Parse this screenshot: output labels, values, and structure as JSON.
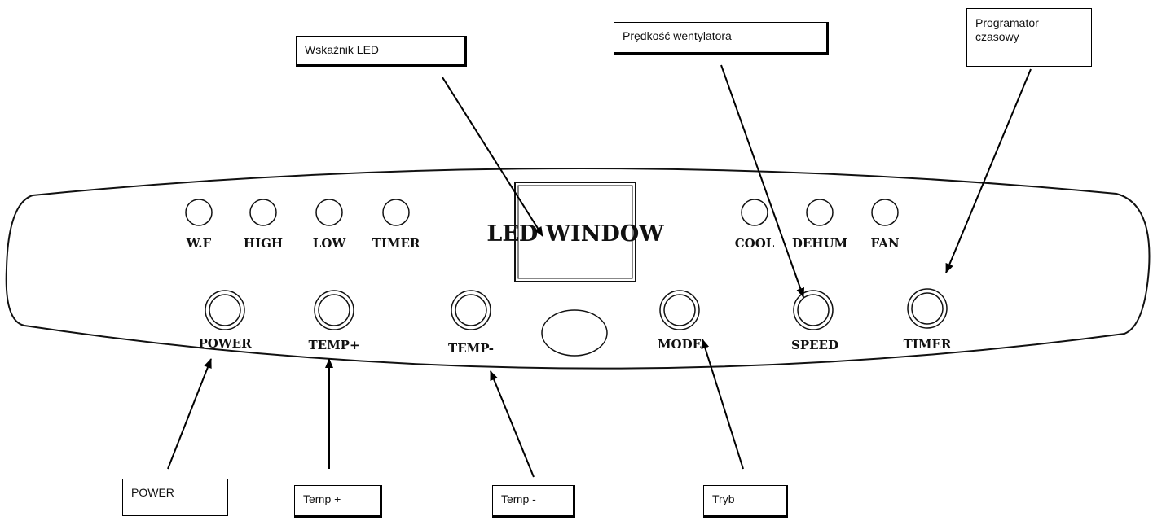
{
  "panel": {
    "led_window_label": "LED WINDOW",
    "indicators": [
      {
        "label": "W.F"
      },
      {
        "label": "HIGH"
      },
      {
        "label": "LOW"
      },
      {
        "label": "TIMER"
      },
      {
        "label": "COOL"
      },
      {
        "label": "DEHUM"
      },
      {
        "label": "FAN"
      }
    ],
    "buttons": [
      {
        "label": "POWER"
      },
      {
        "label": "TEMP+"
      },
      {
        "label": "TEMP-"
      },
      {
        "label": "MODE"
      },
      {
        "label": "SPEED"
      },
      {
        "label": "TIMER"
      }
    ]
  },
  "callouts": {
    "led_indicator": "Wskaźnik LED",
    "fan_speed": "Prędkość wentylatora",
    "timer": "Programator czasowy",
    "power": "POWER",
    "temp_up": "Temp +",
    "temp_down": "Temp -",
    "mode": "Tryb"
  }
}
